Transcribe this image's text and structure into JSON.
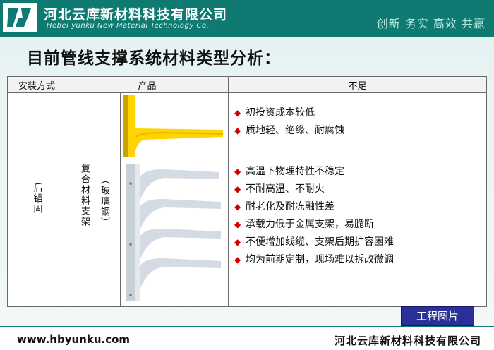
{
  "header": {
    "company_cn": "河北云库新材料科技有限公司",
    "company_en": "Hebei yunku  New Material Technology Co.,",
    "slogan": "创新 务实 高效 共赢"
  },
  "title": "目前管线支撑系统材料类型分析：",
  "table": {
    "headers": [
      "安装方式",
      "产品",
      "不足"
    ],
    "method": "后锚固",
    "product_main": "复合材料支架",
    "product_sub": "（玻璃钢）",
    "shortcomings_group1": [
      "初投资成本较低",
      "质地轻、绝缘、耐腐蚀"
    ],
    "shortcomings_group2": [
      "高温下物理特性不稳定",
      "不耐高温、不耐火",
      "耐老化及耐冻融性差",
      "承载力低于金属支架，易脆断",
      "不便增加线缆、支架后期扩容困难",
      "均为前期定制，现场难以拆改微调"
    ]
  },
  "bullet_glyph": "◆",
  "button_label": "工程图片",
  "footer": {
    "url": "www.hbyunku.com",
    "company": "河北云库新材料科技有限公司"
  },
  "colors": {
    "brand": "#0e7a72",
    "bullet": "#d40000",
    "button": "#2a2f9a"
  }
}
